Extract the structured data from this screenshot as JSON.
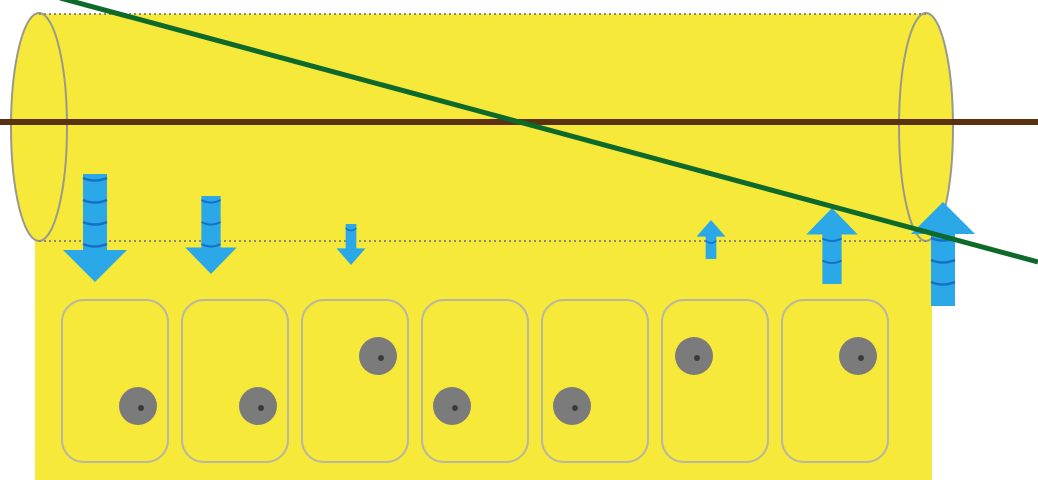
{
  "diagram": {
    "colors": {
      "fill": "#f7e93a",
      "tube_outline": "#9a9a8a",
      "dotted_line": "#8a8a78",
      "cell_outline": "#b9b7a0",
      "nucleus": "#7b7b7b",
      "nucleus_center": "#3a3a3a",
      "arrow": "#2aa8e8",
      "arrow_stripe": "#1670c8",
      "horizontal_line": "#5a3212",
      "diagonal_line": "#0e6a2a"
    },
    "cells": [
      {
        "nucleus": "bottom-right"
      },
      {
        "nucleus": "bottom-right"
      },
      {
        "nucleus": "top-right"
      },
      {
        "nucleus": "bottom-left"
      },
      {
        "nucleus": "bottom-left"
      },
      {
        "nucleus": "top-left"
      },
      {
        "nucleus": "top-right"
      }
    ],
    "flux_arrows": [
      {
        "direction": "down",
        "magnitude": 1.0
      },
      {
        "direction": "down",
        "magnitude": 0.75
      },
      {
        "direction": "down",
        "magnitude": 0.3
      },
      {
        "direction": "up",
        "magnitude": 0.3
      },
      {
        "direction": "up",
        "magnitude": 0.75
      },
      {
        "direction": "up",
        "magnitude": 1.0
      }
    ]
  }
}
